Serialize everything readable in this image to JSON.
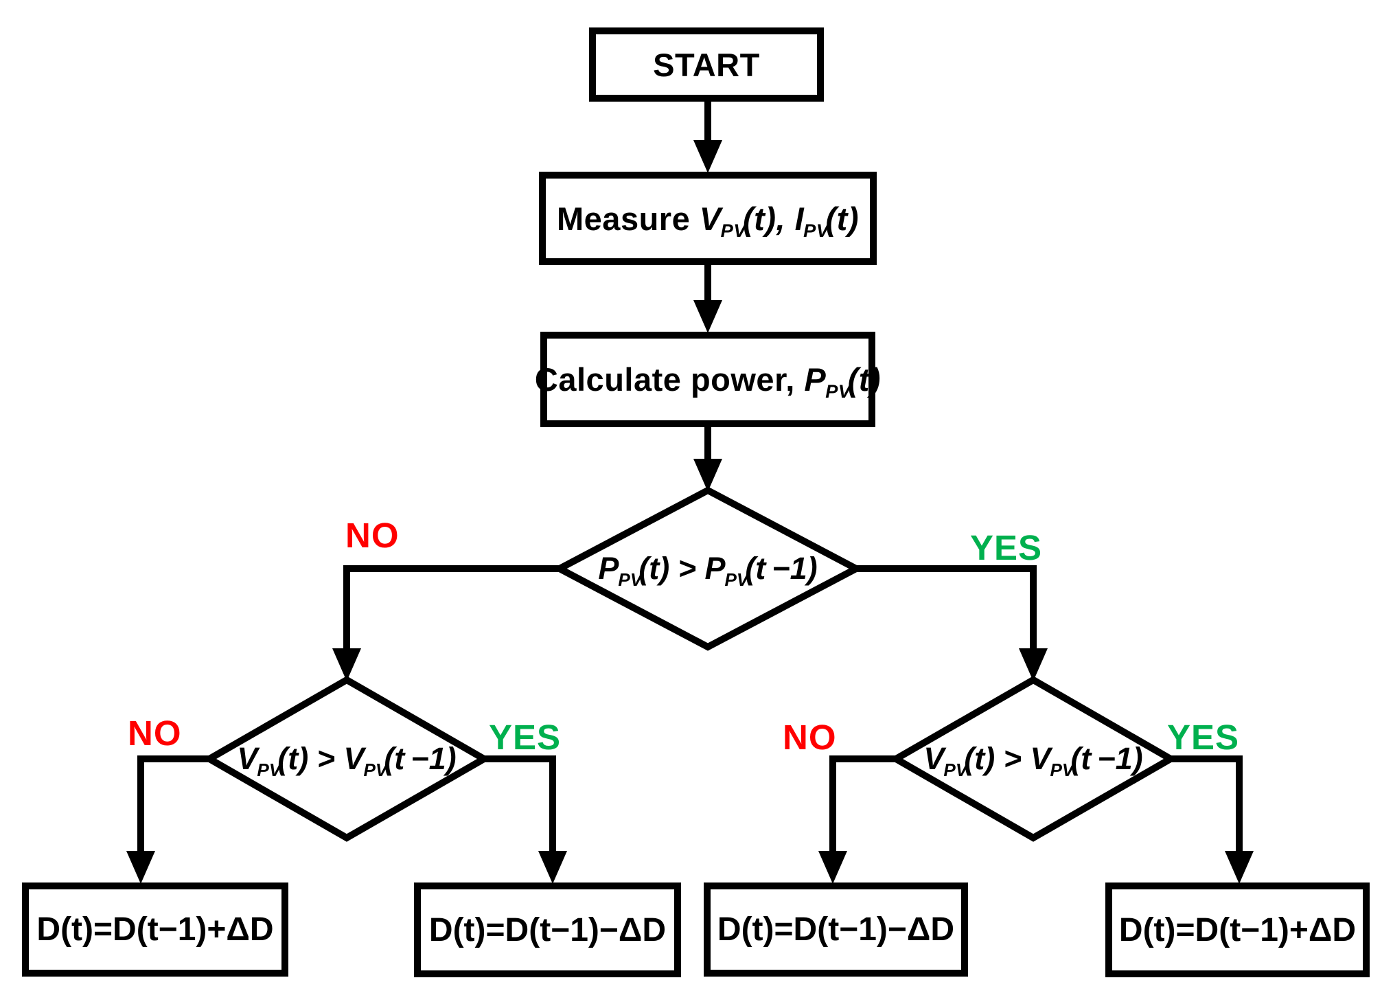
{
  "diagram": {
    "type": "flowchart",
    "colors": {
      "line": "#000000",
      "node_fill": "#FFFFFF",
      "no_label": "#FF0000",
      "yes_label": "#00B04E"
    },
    "nodes": {
      "start": {
        "label": "START"
      },
      "measure": {
        "prefix": "Measure ",
        "formula": "V_{PV}(t), I_{PV}(t)"
      },
      "calculate": {
        "prefix": "Calculate power, ",
        "formula": "P_{PV}(t)"
      },
      "decision_power": {
        "formula": "P_{PV}(t) > P_{PV}(t −1)"
      },
      "decision_voltage_left": {
        "formula": "V_{PV}(t) > V_{PV}(t −1)"
      },
      "decision_voltage_right": {
        "formula": "V_{PV}(t) > V_{PV}(t −1)"
      },
      "action_1": {
        "label": "D(t)=D(t−1)+ΔD"
      },
      "action_2": {
        "label": "D(t)=D(t−1)−ΔD"
      },
      "action_3": {
        "label": "D(t)=D(t−1)−ΔD"
      },
      "action_4": {
        "label": "D(t)=D(t−1)+ΔD"
      }
    },
    "branch_labels": {
      "power_no": "NO",
      "power_yes": "YES",
      "left_no": "NO",
      "left_yes": "YES",
      "right_no": "NO",
      "right_yes": "YES"
    }
  }
}
